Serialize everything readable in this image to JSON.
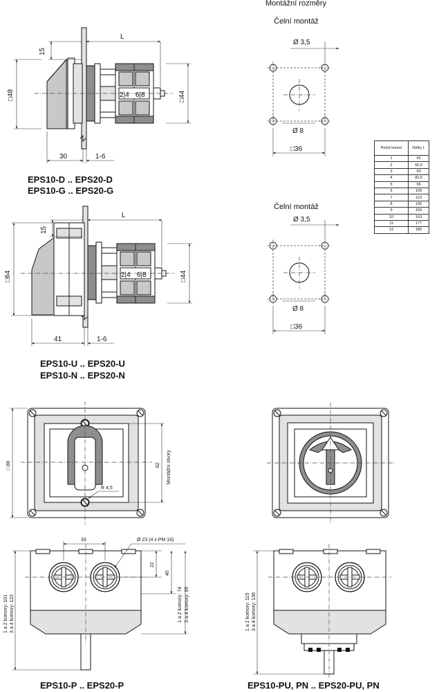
{
  "header": {
    "title": "Montážní rozměry",
    "front_mount_1": "Čelní montáž",
    "front_mount_2": "Čelní montáž"
  },
  "top_view": {
    "dim_L": "L",
    "dim_15": "15",
    "dim_48": "□48",
    "dim_44": "□44",
    "dim_30": "30",
    "dim_1_6": "1-6",
    "label_24": "2|4",
    "label_68": "6|8",
    "caption_1": "EPS10-D .. EPS20-D",
    "caption_2": "EPS10-G .. EPS20-G"
  },
  "cutout_1": {
    "hole_small": "Ø 3,5",
    "hole_center": "Ø 8",
    "square": "□36"
  },
  "mid_view": {
    "dim_L": "L",
    "dim_15": "15",
    "dim_64": "□64",
    "dim_44": "□44",
    "dim_41": "41",
    "dim_1_6": "1-6",
    "label_24": "2|4",
    "label_68": "6|8",
    "caption_1": "EPS10-U .. EPS20-U",
    "caption_2": "EPS10-N .. EPS20-N"
  },
  "cutout_2": {
    "hole_small": "Ø 3,5",
    "hole_center": "Ø 8",
    "square": "□36"
  },
  "table": {
    "col1": "Počet komor",
    "col2": "Délky L",
    "rows": [
      [
        "1",
        "42"
      ],
      [
        "2",
        "55,6"
      ],
      [
        "3",
        "69"
      ],
      [
        "4",
        "82,6"
      ],
      [
        "5",
        "96"
      ],
      [
        "6",
        "109"
      ],
      [
        "7",
        "123"
      ],
      [
        "8",
        "136"
      ],
      [
        "9",
        "150"
      ],
      [
        "10",
        "163"
      ],
      [
        "11",
        "177"
      ],
      [
        "12",
        "180"
      ]
    ]
  },
  "box_front_left": {
    "dim_88": "□ 88",
    "dim_62": "62",
    "label_holes": "Montážní otvory",
    "dim_r": "R 4,5"
  },
  "box_side_left": {
    "dim_33": "33",
    "dim_gland": "Ø 23 (4 x PM 16)",
    "dim_22": "22",
    "dim_40": "40",
    "dim_right_1": "1 a 2 komory: 74",
    "dim_right_2": "3 a 4 komory: 95",
    "dim_left_1": "1 a 2 komory: 101",
    "dim_left_2": "3 a 4 komory: 122",
    "caption": "EPS10-P .. EPS20-P"
  },
  "box_side_right": {
    "dim_left_1": "1 a 2 komory: 115",
    "dim_left_2": "3 a 4 komory: 136",
    "caption": "EPS10-PU, PN .. EPS20-PU, PN"
  }
}
